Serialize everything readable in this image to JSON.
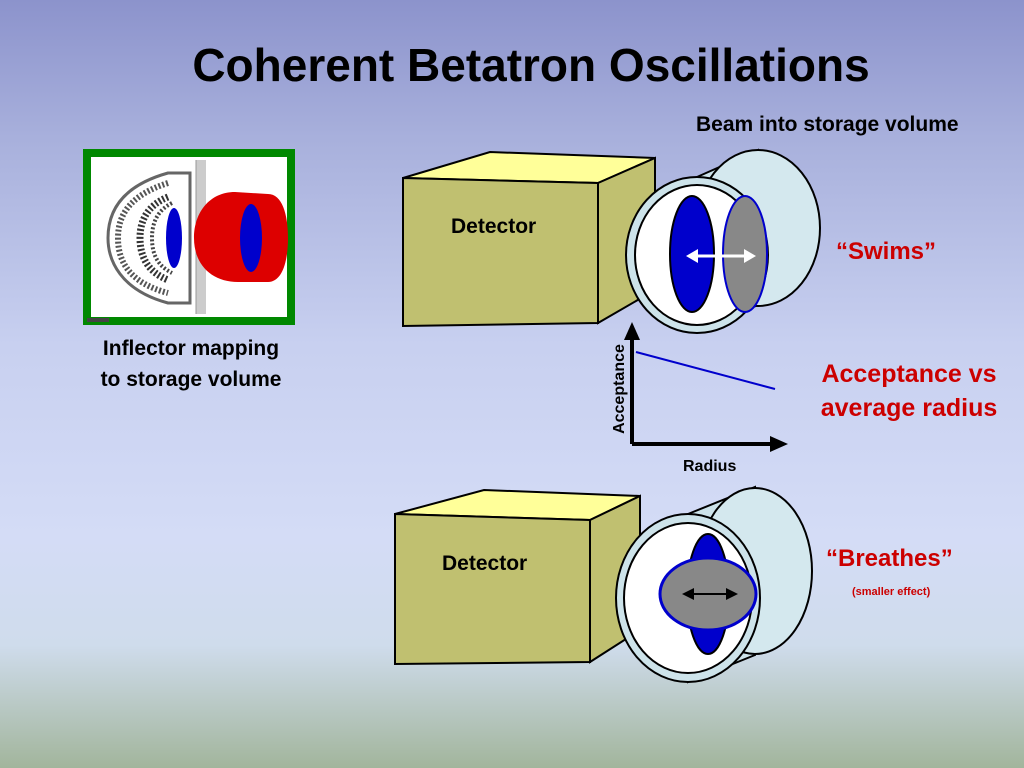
{
  "title": "Coherent Betatron Oscillations",
  "beam_label": "Beam into storage volume",
  "inflector_caption": {
    "line1": "Inflector mapping",
    "line2": "to storage volume"
  },
  "swims_label": "“Swims”",
  "acceptance_caption": {
    "line1": "Acceptance vs",
    "line2": "average radius"
  },
  "breathes_label": "“Breathes”",
  "breathes_note": "(smaller effect)",
  "detector_label": "Detector",
  "plot": {
    "xlabel": "Radius",
    "ylabel": "Acceptance"
  },
  "colors": {
    "title": "#000000",
    "accent_red": "#cc0000",
    "detector_face": "#c0c070",
    "detector_top": "#ffff99",
    "beam_blue": "#0000cc",
    "beam_gray": "#888888",
    "tube": "#cde3ea",
    "inflector_green": "#009900",
    "inflector_red": "#dd0000"
  }
}
